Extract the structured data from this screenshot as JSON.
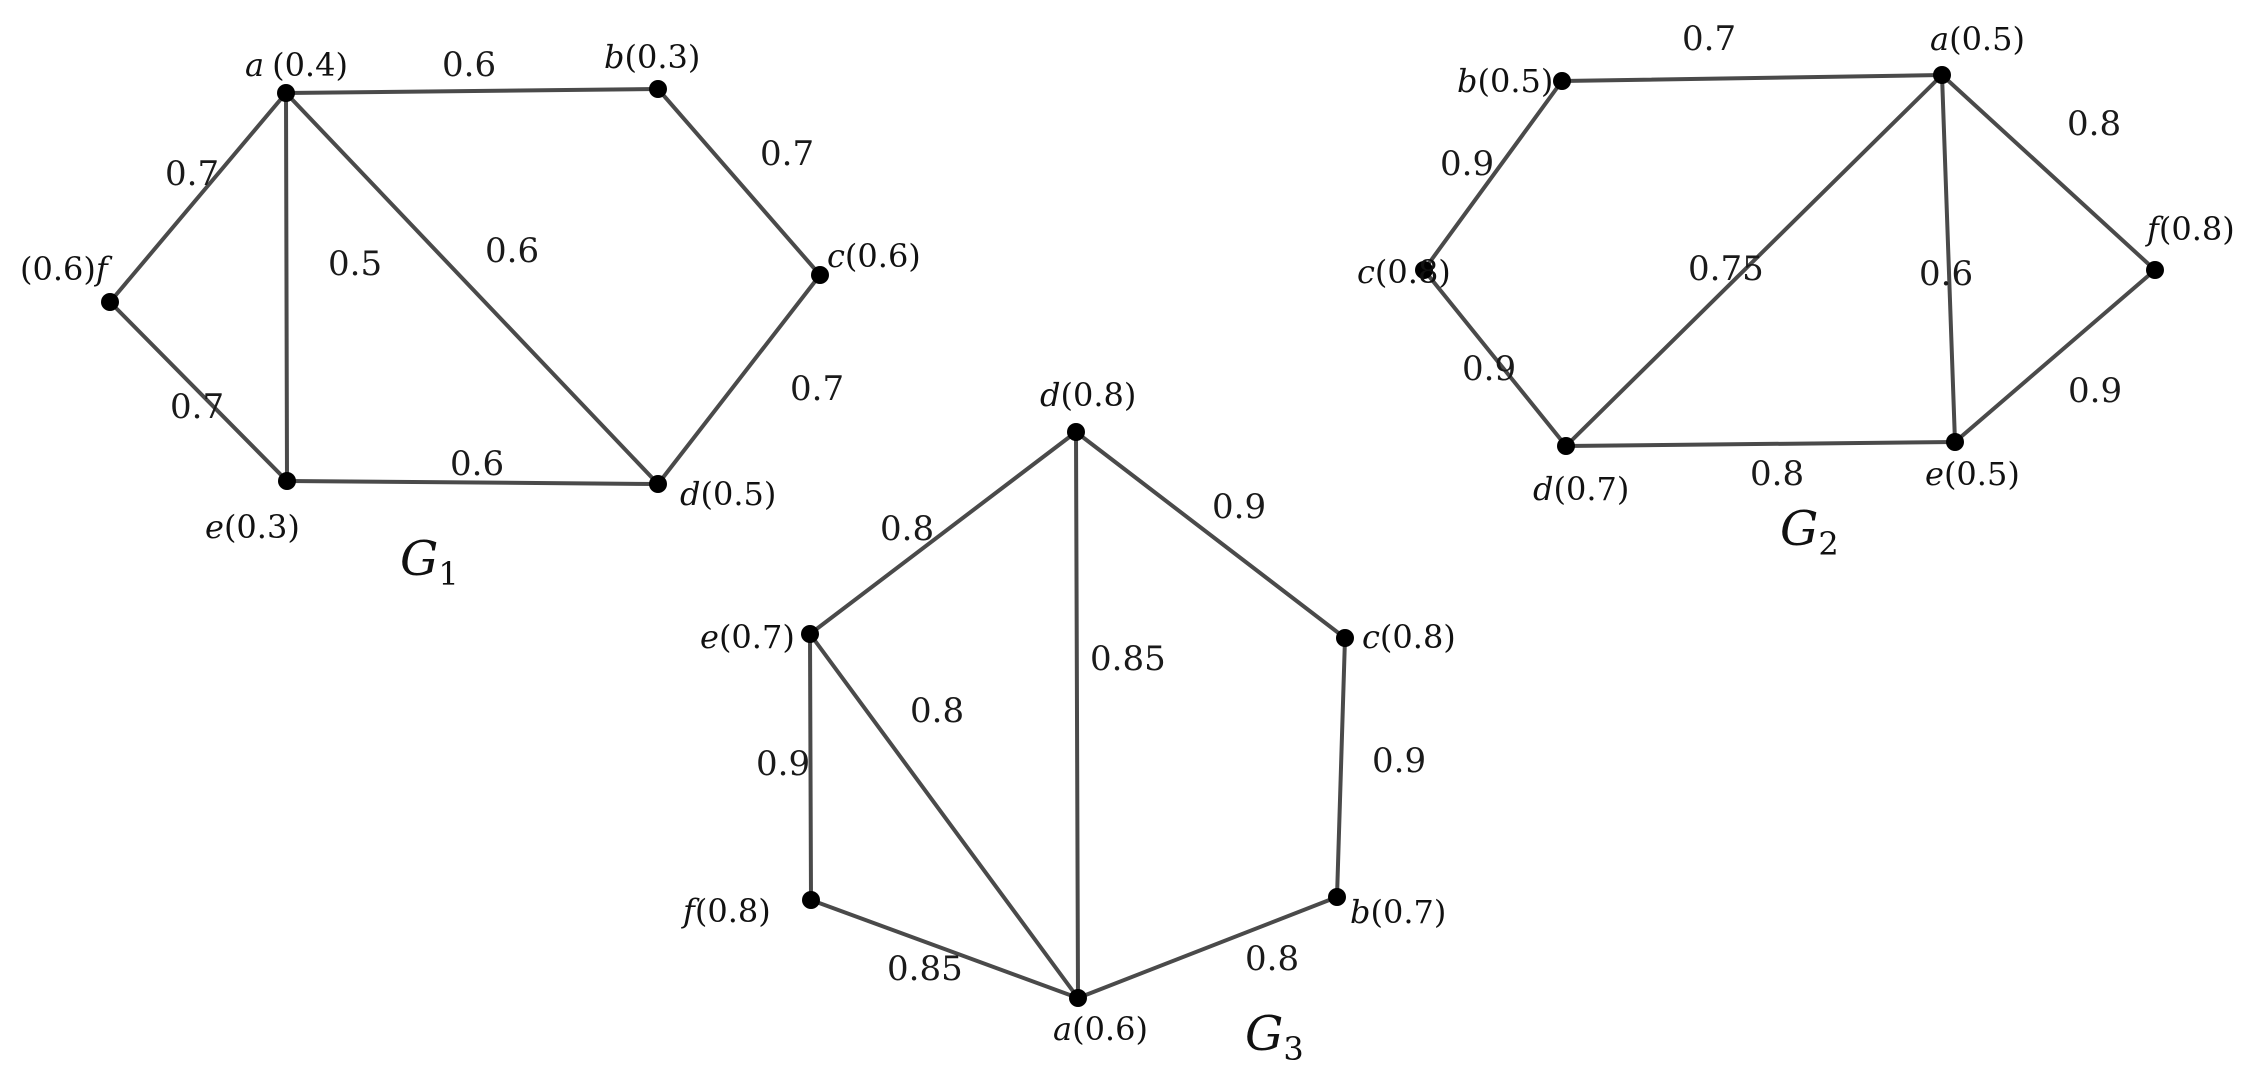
{
  "graphs": [
    {
      "id": "G1",
      "title": {
        "main": "G",
        "sub": "1"
      },
      "vertices": [
        {
          "id": "a",
          "name": "a",
          "value": "(0.4)"
        },
        {
          "id": "b",
          "name": "b",
          "value": "(0.3)"
        },
        {
          "id": "c",
          "name": "c",
          "value": "(0.6)"
        },
        {
          "id": "d",
          "name": "d",
          "value": "(0.5)"
        },
        {
          "id": "e",
          "name": "e",
          "value": "(0.3)"
        },
        {
          "id": "f",
          "name": "f",
          "value": "(0.6)"
        }
      ],
      "edges": [
        {
          "from": "a",
          "to": "b",
          "weight": "0.6"
        },
        {
          "from": "b",
          "to": "c",
          "weight": "0.7"
        },
        {
          "from": "c",
          "to": "d",
          "weight": "0.7"
        },
        {
          "from": "a",
          "to": "d",
          "weight": "0.6"
        },
        {
          "from": "a",
          "to": "e",
          "weight": "0.5"
        },
        {
          "from": "a",
          "to": "f",
          "weight": "0.7"
        },
        {
          "from": "f",
          "to": "e",
          "weight": "0.7"
        },
        {
          "from": "e",
          "to": "d",
          "weight": "0.6"
        }
      ]
    },
    {
      "id": "G2",
      "title": {
        "main": "G",
        "sub": "2"
      },
      "vertices": [
        {
          "id": "a",
          "name": "a",
          "value": "(0.5)"
        },
        {
          "id": "b",
          "name": "b",
          "value": "(0.5)"
        },
        {
          "id": "c",
          "name": "c",
          "value": "(0.8)"
        },
        {
          "id": "d",
          "name": "d",
          "value": "(0.7)"
        },
        {
          "id": "e",
          "name": "e",
          "value": "(0.5)"
        },
        {
          "id": "f",
          "name": "f",
          "value": "(0.8)"
        }
      ],
      "edges": [
        {
          "from": "b",
          "to": "a",
          "weight": "0.7"
        },
        {
          "from": "a",
          "to": "f",
          "weight": "0.8"
        },
        {
          "from": "b",
          "to": "c",
          "weight": "0.9"
        },
        {
          "from": "a",
          "to": "d",
          "weight": "0.75"
        },
        {
          "from": "a",
          "to": "e",
          "weight": "0.6"
        },
        {
          "from": "c",
          "to": "d",
          "weight": "0.9"
        },
        {
          "from": "f",
          "to": "e",
          "weight": "0.9"
        },
        {
          "from": "d",
          "to": "e",
          "weight": "0.8"
        }
      ]
    },
    {
      "id": "G3",
      "title": {
        "main": "G",
        "sub": "3"
      },
      "vertices": [
        {
          "id": "a",
          "name": "a",
          "value": "(0.6)"
        },
        {
          "id": "b",
          "name": "b",
          "value": "(0.7)"
        },
        {
          "id": "c",
          "name": "c",
          "value": "(0.8)"
        },
        {
          "id": "d",
          "name": "d",
          "value": "(0.8)"
        },
        {
          "id": "e",
          "name": "e",
          "value": "(0.7)"
        },
        {
          "id": "f",
          "name": "f",
          "value": "(0.8)"
        }
      ],
      "edges": [
        {
          "from": "d",
          "to": "e",
          "weight": "0.8"
        },
        {
          "from": "d",
          "to": "c",
          "weight": "0.9"
        },
        {
          "from": "d",
          "to": "a",
          "weight": "0.85"
        },
        {
          "from": "e",
          "to": "a",
          "weight": "0.8"
        },
        {
          "from": "e",
          "to": "f",
          "weight": "0.9"
        },
        {
          "from": "c",
          "to": "b",
          "weight": "0.9"
        },
        {
          "from": "f",
          "to": "a",
          "weight": "0.85"
        },
        {
          "from": "b",
          "to": "a",
          "weight": "0.8"
        }
      ]
    }
  ]
}
